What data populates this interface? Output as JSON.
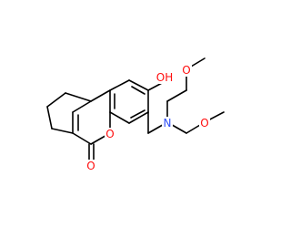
{
  "structure": {
    "atom_labels": {
      "hydroxyl": "OH",
      "nitrogen": "N",
      "ether_oxygen_upper": "O",
      "ether_oxygen_lower": "O",
      "ring_oxygen": "O",
      "carbonyl_oxygen": "O"
    }
  },
  "colors": {
    "bond": "#000000",
    "oxygen": "#ff0d0d",
    "nitrogen": "#3050f8",
    "background": "#ffffff"
  }
}
